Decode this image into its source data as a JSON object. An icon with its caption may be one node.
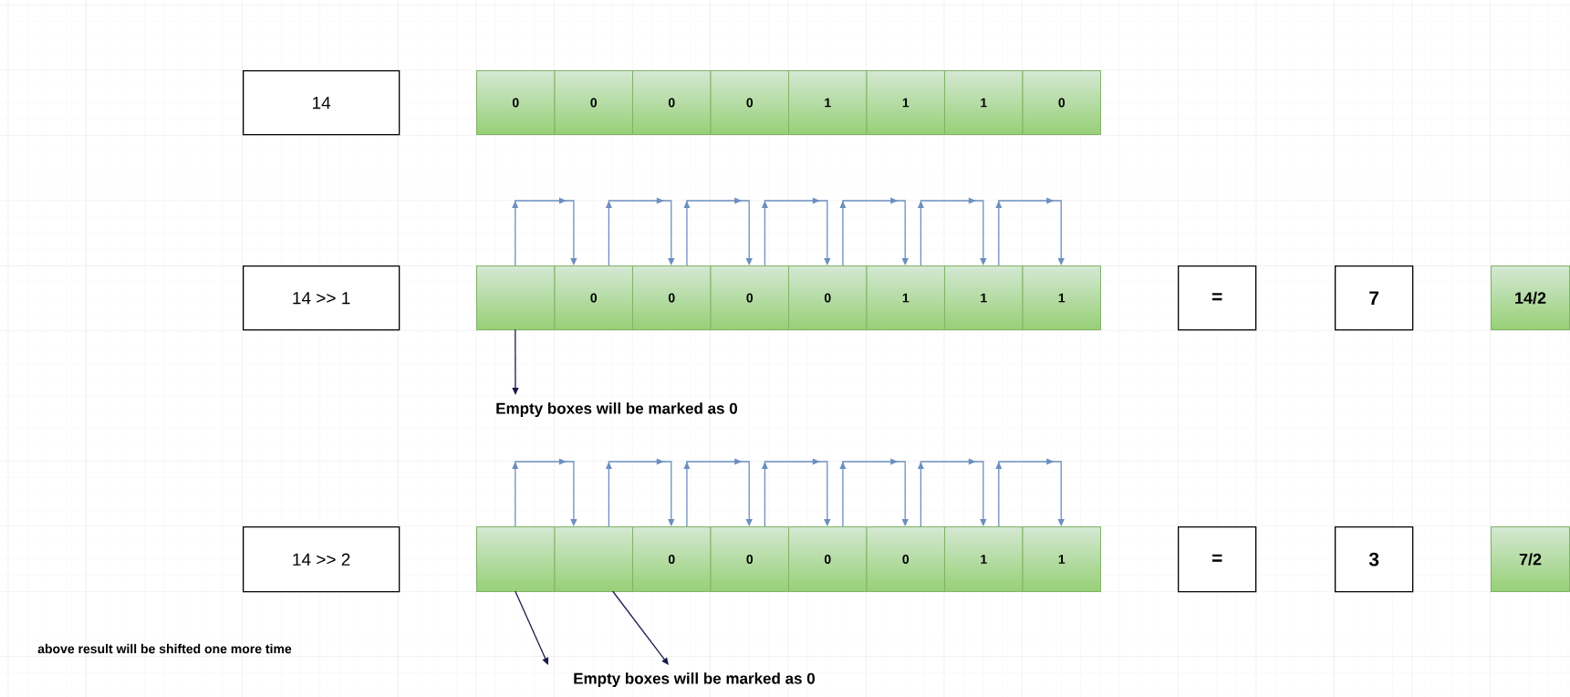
{
  "diagram": {
    "nodes": [
      {
        "text": [
          "14"
        ]
      },
      {
        "text": [
          "0"
        ]
      },
      {
        "text": [
          "0"
        ]
      },
      {
        "text": [
          "0"
        ]
      },
      {
        "text": [
          "0"
        ]
      },
      {
        "text": [
          "1"
        ]
      },
      {
        "text": [
          "1"
        ]
      },
      {
        "text": [
          "1"
        ]
      },
      {
        "text": [
          "0"
        ]
      },
      {
        "text": [
          "14 >> 1"
        ]
      },
      {
        "text": [],
        "shape": "box"
      },
      {
        "text": [
          "0"
        ]
      },
      {
        "text": [
          "0"
        ]
      },
      {
        "text": [
          "0"
        ]
      },
      {
        "text": [
          "0"
        ]
      },
      {
        "text": [
          "1"
        ]
      },
      {
        "text": [
          "1"
        ]
      },
      {
        "text": [
          "1"
        ]
      },
      {
        "text": [
          "="
        ]
      },
      {
        "text": [
          "7"
        ]
      },
      {
        "text": [
          "14/2"
        ]
      },
      {
        "text": [
          "Empty boxes will be marked as 0"
        ]
      },
      {
        "text": [
          "14 >> 2"
        ]
      },
      {
        "text": [],
        "shape": "box"
      },
      {
        "text": [],
        "shape": "box"
      },
      {
        "text": [
          "0"
        ]
      },
      {
        "text": [
          "0"
        ]
      },
      {
        "text": [
          "0"
        ]
      },
      {
        "text": [
          "0"
        ]
      },
      {
        "text": [
          "1"
        ]
      },
      {
        "text": [
          "1"
        ]
      },
      {
        "text": [
          "="
        ]
      },
      {
        "text": [
          "3"
        ]
      },
      {
        "text": [
          "7/2"
        ]
      },
      {
        "text": [
          "Empty boxes will be marked as 0"
        ]
      }
    ],
    "edges": [
      {
        "from": 10,
        "to": 11,
        "arrow": "to"
      },
      {
        "from": 11,
        "to": 12,
        "arrow": "to"
      },
      {
        "from": 12,
        "to": 13,
        "arrow": "to"
      },
      {
        "from": 13,
        "to": 14,
        "arrow": "to"
      },
      {
        "from": 14,
        "to": 15,
        "arrow": "to"
      },
      {
        "from": 15,
        "to": 16,
        "arrow": "to"
      },
      {
        "from": 16,
        "to": 17,
        "arrow": "to"
      },
      {
        "from": 10,
        "to": 21,
        "arrow": "to",
        "color": "#1a1a4e"
      },
      {
        "from": 23,
        "to": 24,
        "arrow": "to"
      },
      {
        "from": 24,
        "to": 25,
        "arrow": "to"
      },
      {
        "from": 25,
        "to": 26,
        "arrow": "to"
      },
      {
        "from": 26,
        "to": 27,
        "arrow": "to"
      },
      {
        "from": 27,
        "to": 28,
        "arrow": "to"
      },
      {
        "from": 28,
        "to": 29,
        "arrow": "to"
      },
      {
        "from": 29,
        "to": 30,
        "arrow": "to"
      },
      {
        "from": 23,
        "to": 34,
        "arrow": "to",
        "color": "#1a1a4e"
      },
      {
        "from": 24,
        "to": 34,
        "arrow": "to",
        "color": "#1a1a4e"
      }
    ],
    "labels": [
      "above result will be shifted one more time"
    ]
  }
}
